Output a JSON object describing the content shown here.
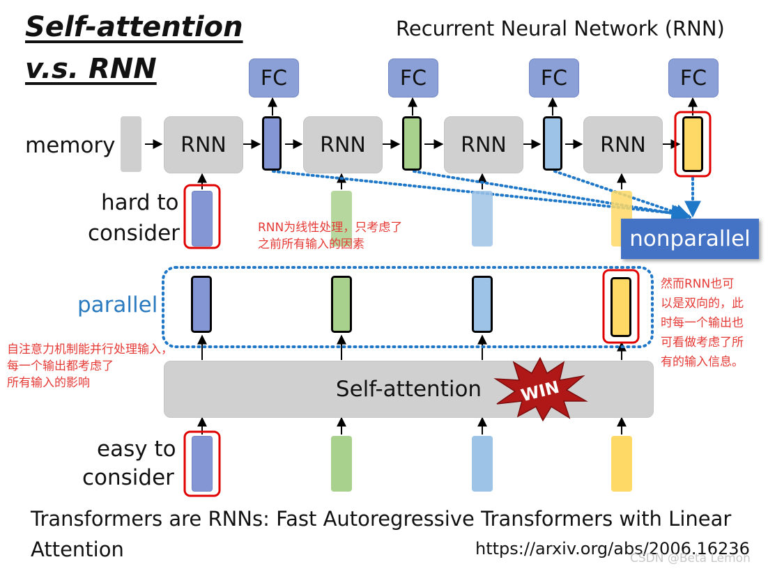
{
  "title": {
    "line1": "Self-attention",
    "line2": "v.s. RNN"
  },
  "rnn_caption": "Recurrent Neural Network (RNN)",
  "labels": {
    "memory": "memory",
    "hard_to_consider": [
      "hard to",
      "consider"
    ],
    "parallel": "parallel",
    "easy_to_consider": [
      "easy to",
      "consider"
    ],
    "nonparallel": "nonparallel"
  },
  "blocks": {
    "rnn": [
      "RNN",
      "RNN",
      "RNN",
      "RNN"
    ],
    "fc": [
      "FC",
      "FC",
      "FC",
      "FC"
    ],
    "self_attention": "Self-attention",
    "win_badge": "WIN"
  },
  "notes": {
    "rnn_note": "RNN为线性处理，只考虑了\n之前所有输入的因素",
    "sa_note": "自注意力机制能并行处理输入，\n每一个输出都考虑了\n所有输入的影响",
    "bidir_note": "然而RNN也可\n以是双向的，此\n时每一个输出也\n可看做考虑了所\n有的输入信息。"
  },
  "reference": {
    "paper": [
      "Transformers are RNNs: Fast Autoregressive Transformers with Linear",
      "Attention"
    ],
    "url": "https://arxiv.org/abs/2006.16236"
  },
  "watermark": "CSDN @Beta Lemon",
  "colors": {
    "blue_dark": "#8497d4",
    "green": "#a9d18e",
    "blue_light": "#9dc3e6",
    "yellow": "#ffd966",
    "highlight_red": "#e00000",
    "dotted_blue": "#1f77c8",
    "nonparallel_bg": "#4472c4",
    "parallel_text": "#2a7ac0",
    "note_red": "#e53935"
  }
}
